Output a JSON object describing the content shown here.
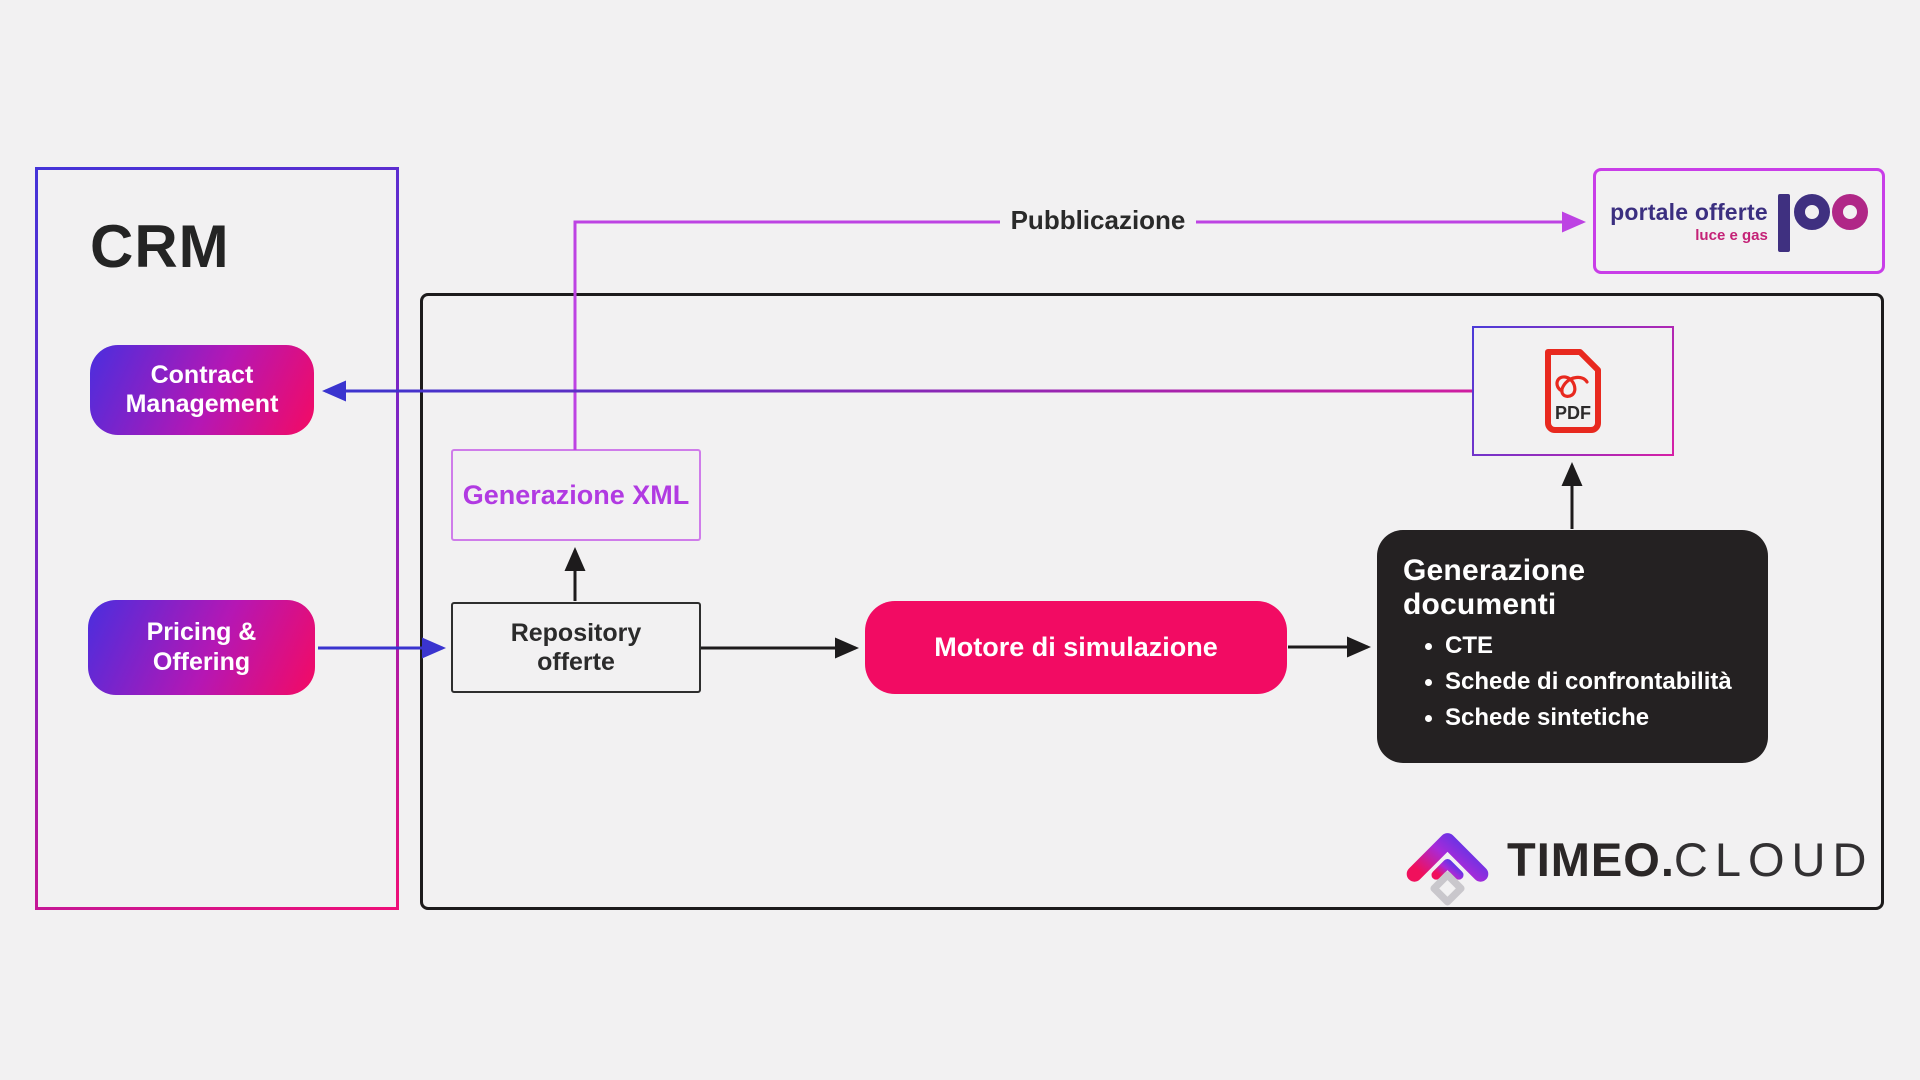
{
  "canvas": {
    "background": "#f2f1f2"
  },
  "crm_panel": {
    "title": "CRM",
    "border_colors": [
      "#4433d8",
      "#ef0f78"
    ],
    "modules": [
      {
        "label": "Contract Management"
      },
      {
        "label": "Pricing & Offering"
      }
    ],
    "module_gradient": [
      "#4a2ede",
      "#b517b4",
      "#f40a63"
    ]
  },
  "platform_panel": {
    "xml_box": {
      "label": "Generazione XML",
      "accent_color": "#b13ae2"
    },
    "repository_box": {
      "label": "Repository offerte"
    },
    "engine_box": {
      "label": "Motore di simulazione",
      "background": "#f20b63"
    },
    "docgen_box": {
      "title": "Generazione documenti",
      "items": [
        "CTE",
        "Schede di confrontabilità",
        "Schede sintetiche"
      ],
      "background": "#242122"
    },
    "pdf_box": {
      "label": "PDF",
      "icon_color": "#e8291f"
    },
    "brand_logo": {
      "word_bold": "TIMEO",
      "dot": ".",
      "word_light": "CLOUD"
    }
  },
  "portal_box": {
    "title": "portale offerte",
    "subtitle": "luce e gas",
    "border_color": "#c93ee8",
    "title_color": "#3b2f80",
    "subtitle_color": "#c42277"
  },
  "connections": {
    "publication_label": "Pubblicazione",
    "purple": "#bd43e3",
    "blue": "#3a34cf",
    "black": "#1d1b1c",
    "gradient_line": [
      "#3a34cf",
      "#cf1da0"
    ]
  }
}
